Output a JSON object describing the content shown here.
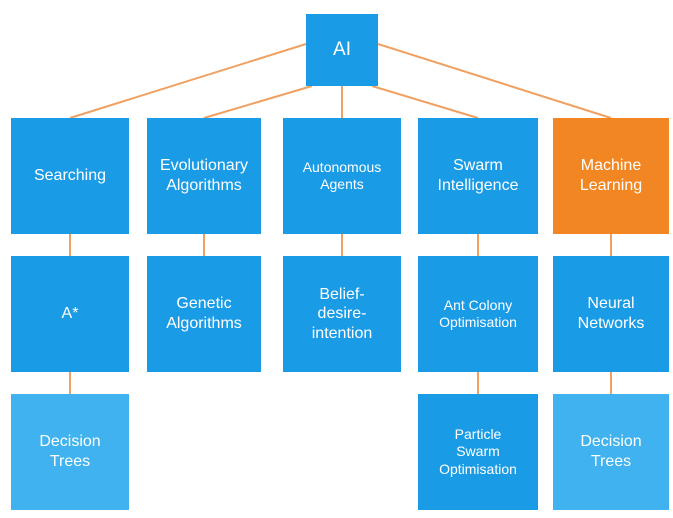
{
  "colors": {
    "node": "#1a9be6",
    "leaf": "#3fb2ef",
    "highlight": "#f28623",
    "connector": "#f0a060"
  },
  "diagram": {
    "root": {
      "label": "AI"
    },
    "branches": [
      {
        "label": "Searching",
        "children": [
          {
            "label": "A*",
            "children": [
              {
                "label": "Decision\nTrees"
              }
            ]
          }
        ]
      },
      {
        "label": "Evolutionary\nAlgorithms",
        "children": [
          {
            "label": "Genetic\nAlgorithms",
            "children": []
          }
        ]
      },
      {
        "label": "Autonomous\nAgents",
        "children": [
          {
            "label": "Belief-\ndesire-\nintention",
            "children": []
          }
        ]
      },
      {
        "label": "Swarm\nIntelligence",
        "children": [
          {
            "label": "Ant Colony\nOptimisation",
            "children": [
              {
                "label": "Particle\nSwarm\nOptimisation"
              }
            ]
          }
        ]
      },
      {
        "label": "Machine\nLearning",
        "highlighted": true,
        "children": [
          {
            "label": "Neural\nNetworks",
            "children": [
              {
                "label": "Decision\nTrees"
              }
            ]
          }
        ]
      }
    ]
  }
}
